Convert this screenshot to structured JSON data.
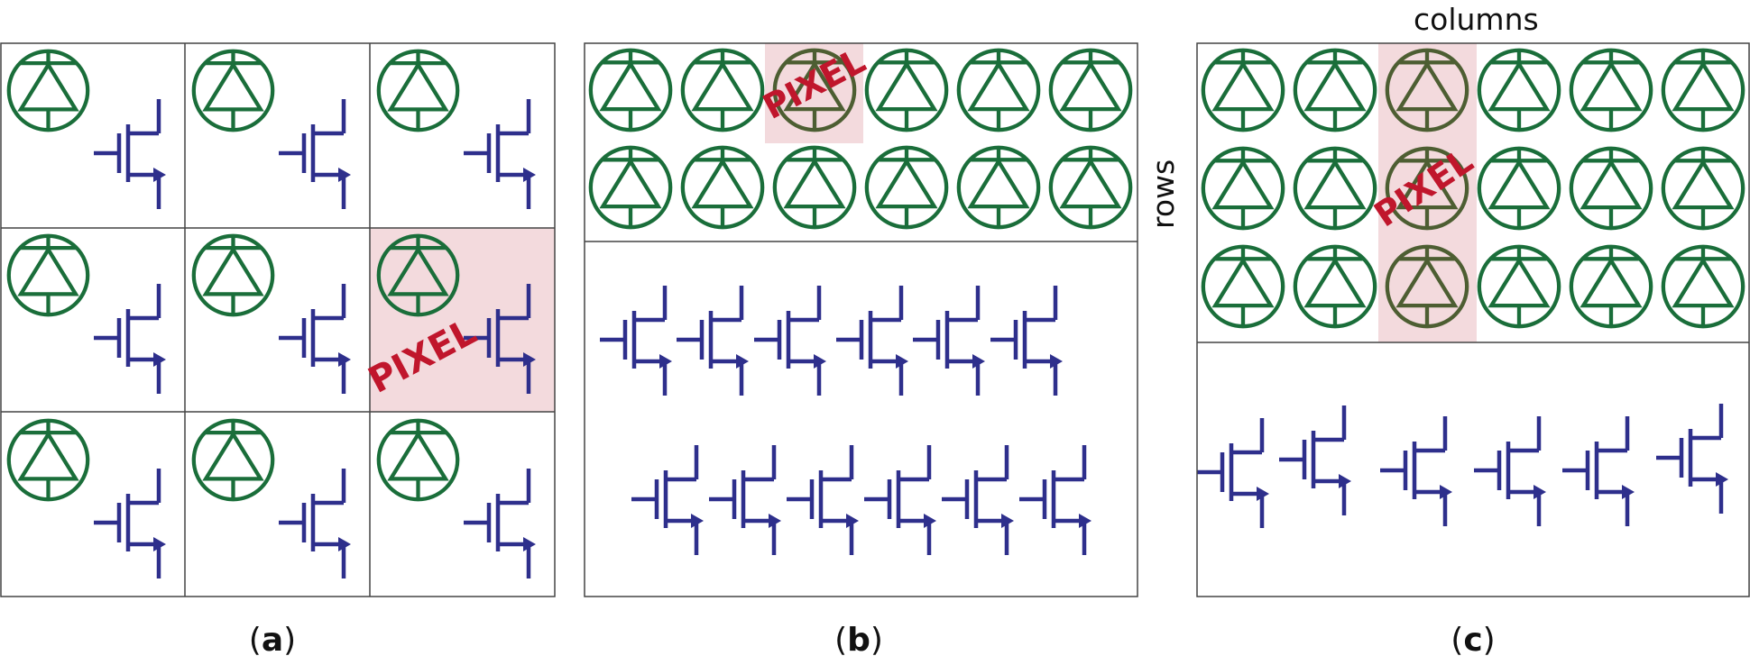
{
  "panels": [
    {
      "id": "a",
      "caption_open": "(",
      "caption_letter": "a",
      "caption_close": ")",
      "layout": "interleaved-3x3",
      "pixel_label": "PIXEL"
    },
    {
      "id": "b",
      "caption_open": "(",
      "caption_letter": "b",
      "caption_close": ")",
      "layout": "stacked-2x6-photodiodes-over-12-transistors",
      "pixel_label": "PIXEL"
    },
    {
      "id": "c",
      "caption_open": "(",
      "caption_letter": "c",
      "caption_close": ")",
      "layout": "stacked-3x6-photodiodes-over-6-transistors",
      "pixel_label": "PIXEL"
    }
  ],
  "labels": {
    "columns": "columns",
    "rows": "rows"
  },
  "icons": {
    "photodiode": "photodiode-icon",
    "transistor": "transistor-icon"
  },
  "colors": {
    "photodiode": "#1a6e3a",
    "photodiode_highlighted": "#4d5e32",
    "transistor": "#2e2f8c",
    "pixel_highlight": "#f3dadd",
    "pixel_text": "#c0162c",
    "frame": "#444444"
  }
}
